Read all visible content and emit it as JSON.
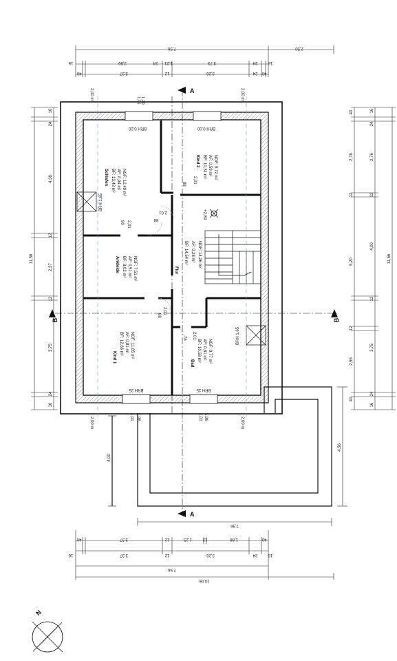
{
  "plan": {
    "rooms": {
      "schlafen": {
        "name": "Schlafen",
        "bf": "BF: 13,43 m²",
        "af": "AF: 0,94 m²",
        "ngf": "NGF: 12,49 m²"
      },
      "kind2": {
        "name": "Kind 2",
        "bf": "BF: 10,31 m²",
        "af": "AF: 0,59 m²",
        "ngf": "NGF: 9,72 m²"
      },
      "ankleide": {
        "name": "Ankleide",
        "bf": "BF: 8,02 m²",
        "af": "AF: 0,51 m²",
        "ngf": "NGF: 7,51 m²"
      },
      "flur": {
        "name": "Flur",
        "bf": "BF: 14,54 m²",
        "af": "AF: 0,28 m²",
        "ngf": "NGF: 14,26 m²"
      },
      "kind1": {
        "name": "Kind 1",
        "bf": "BF: 12,66 m²",
        "af": "AF: 0,81 m²",
        "ngf": "NGF: 11,85 m²"
      },
      "bad": {
        "name": "Bad",
        "bf": "BF: 10,58 m²",
        "af": "AF: 0,81 m²",
        "ngf": "NGF: 9,77 m²"
      }
    },
    "labels": {
      "brh_top_left": "BRH 0,00",
      "brh_top_right": "BRH 0,00",
      "brh_bottom_left": "BRH 25",
      "brh_bottom_right": "BRH 25",
      "brh_schlafen": "BRH 1,65",
      "brh_bad": "BRH 1,65",
      "level": "+2,89",
      "door_201_a": "2,01",
      "door_88_a": "88",
      "door_201_b": "2,01",
      "door_88_b": "88",
      "door_90": "90",
      "door_201_c": "2,01",
      "door_201_d": "2,01",
      "door_88_c": "88",
      "door_201_e": "2,01",
      "door_76": "76",
      "win_top_1": "1,01",
      "win_top_2": "1,20",
      "win_bot_1": "1,01",
      "win_bot_2": "1,96",
      "win_bot_3": "1,01",
      "win_bot_4": "1,96",
      "h200_tl": "2,00 m",
      "h200_tr": "2,00 m",
      "h200_bl": "2,00 m",
      "h200_br": "2,00 m"
    },
    "axes": {
      "a_top": "A",
      "a_bottom": "A",
      "b_left": "B",
      "b_right": "B"
    },
    "dims_top": {
      "row1": [
        "16",
        "2,90",
        "24",
        "1,21",
        "3,73",
        "24",
        "16"
      ],
      "row1_right": "2,50",
      "row2": [
        "40",
        "3,37",
        "12",
        "3,26",
        "24",
        "40"
      ],
      "total": "7,56"
    },
    "dims_bottom": {
      "row1": [
        "40",
        "3,37",
        "12",
        "1,25",
        "12",
        "1,88",
        "40"
      ],
      "row2": [
        "16",
        "3,37",
        "12",
        "3,26",
        "24",
        "16"
      ],
      "total1": "7,56",
      "total2": "10,06",
      "terrace": "7,56"
    },
    "dims_left": {
      "segments": [
        "16",
        "24",
        "4,38",
        "12",
        "2,37",
        "12",
        "3,75",
        "24",
        "16"
      ],
      "total": "11,56",
      "terrace": "4,00"
    },
    "dims_right": {
      "inner": [
        "40",
        "2,76",
        "12",
        "5,20",
        "12",
        "2,55",
        "40"
      ],
      "outer": [
        "16",
        "24",
        "2,76",
        "12",
        "4,00",
        "12",
        "3,75",
        "24",
        "16"
      ],
      "total": "11,56",
      "terrace": "4,56"
    },
    "north": "N"
  }
}
